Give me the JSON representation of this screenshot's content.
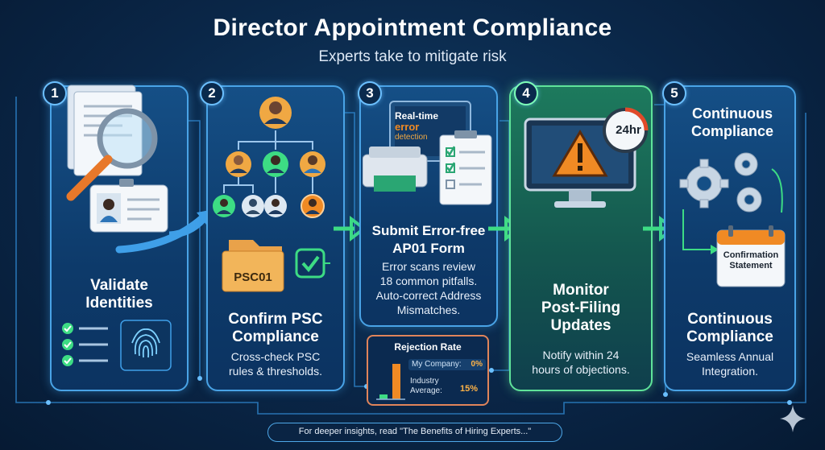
{
  "header": {
    "title": "Director Appointment Compliance",
    "subtitle": "Experts take to mitigate risk"
  },
  "steps": [
    {
      "number": "1",
      "title_line1": "Validate",
      "title_line2": "Identities"
    },
    {
      "number": "2",
      "title_line1": "Confirm PSC",
      "title_line2": "Compliance",
      "desc_line1": "Cross-check PSC",
      "desc_line2": "rules & thresholds.",
      "doc_label": "PSC01"
    },
    {
      "number": "3",
      "title_line1": "Submit Error-free",
      "title_line2": "AP01 Form",
      "desc_line1": "Error scans review",
      "desc_line2": "18 common pitfalls.",
      "desc_line3": "Auto-correct Address",
      "desc_line4": "Mismatches.",
      "screen_line1": "Real-time",
      "screen_line2": "error",
      "screen_line3": "detection"
    },
    {
      "number": "4",
      "title_line1": "Monitor",
      "title_line2": "Post-Filing",
      "title_line3": "Updates",
      "desc_line1": "Notify within 24",
      "desc_line2": "hours of objections.",
      "clock_label": "24hr"
    },
    {
      "number": "5",
      "top_line1": "Continuous",
      "top_line2": "Compliance",
      "calendar_line1": "Confirmation",
      "calendar_line2": "Statement",
      "title_line1": "Continuous",
      "title_line2": "Compliance",
      "desc_line1": "Seamless Annual",
      "desc_line2": "Integration."
    }
  ],
  "rejection": {
    "title": "Rejection Rate",
    "company_label": "My Company:",
    "company_value": "0%",
    "industry_line1": "Industry",
    "industry_line2": "Average:",
    "industry_value": "15%"
  },
  "chart_data": {
    "type": "bar",
    "title": "Rejection Rate",
    "categories": [
      "My Company",
      "Industry Average"
    ],
    "values": [
      0,
      15
    ]
  },
  "footer": {
    "text": "For deeper insights, read \"The Benefits of Hiring Experts...\""
  },
  "colors": {
    "background": "#0a2647",
    "card_blue": "#154f86",
    "card_green": "#1d7a5d",
    "border_blue": "#49a3e6",
    "border_green": "#5fe39a",
    "accent_orange": "#f08a24",
    "check_green": "#3ddc84"
  }
}
